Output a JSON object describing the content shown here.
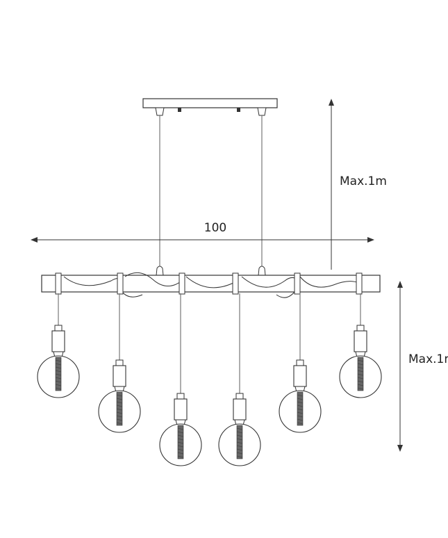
{
  "dimensions": {
    "width_label": "100",
    "height_top_label": "Max.1m",
    "height_drop_label": "Max.1r"
  },
  "colors": {
    "line": "#333333",
    "wire": "#777777",
    "filament": "#666666",
    "background": "#ffffff"
  },
  "bulb_count": 6
}
